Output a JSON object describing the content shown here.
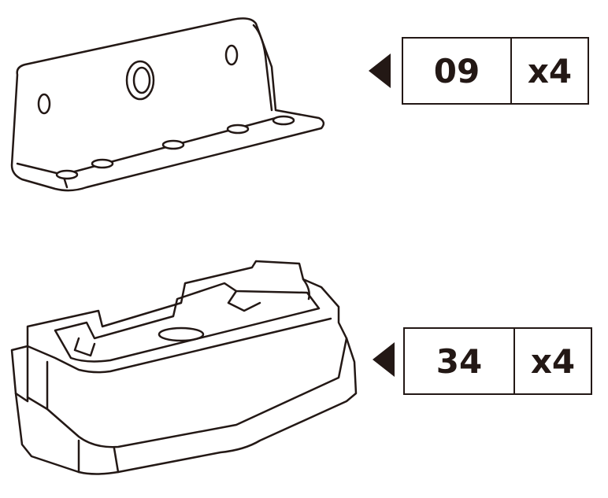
{
  "parts": [
    {
      "part_number": "09",
      "quantity": "x4",
      "description_icon": "l-bracket-icon"
    },
    {
      "part_number": "34",
      "quantity": "x4",
      "description_icon": "foot-base-icon"
    }
  ],
  "colors": {
    "line": "#231815",
    "background": "#ffffff"
  }
}
